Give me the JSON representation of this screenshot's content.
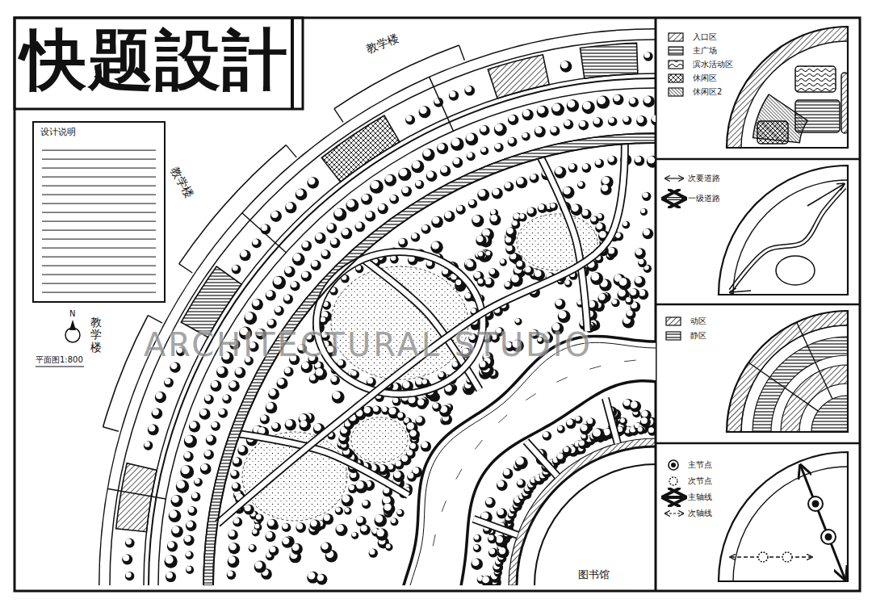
{
  "diagram": {
    "title": "快题設計",
    "nodes": [
      {
        "text": [
          "设计说明"
        ]
      }
    ],
    "labels": [
      "教学楼",
      "教学楼",
      "教学楼",
      "N",
      "平面图1:800",
      "图书馆",
      "ARCHITECTURAL STUDIO"
    ],
    "legend": [
      {
        "text": "入口区"
      },
      {
        "text": "主广场"
      },
      {
        "text": "滨水活动区"
      },
      {
        "text": "休闲区"
      },
      {
        "text": "休闲区2"
      },
      {
        "text": "次要道路"
      },
      {
        "text": "一级道路"
      },
      {
        "text": "动区"
      },
      {
        "text": "静区"
      },
      {
        "text": "主节点"
      },
      {
        "text": "次节点"
      },
      {
        "text": "主轴线"
      },
      {
        "text": "次轴线"
      }
    ]
  }
}
